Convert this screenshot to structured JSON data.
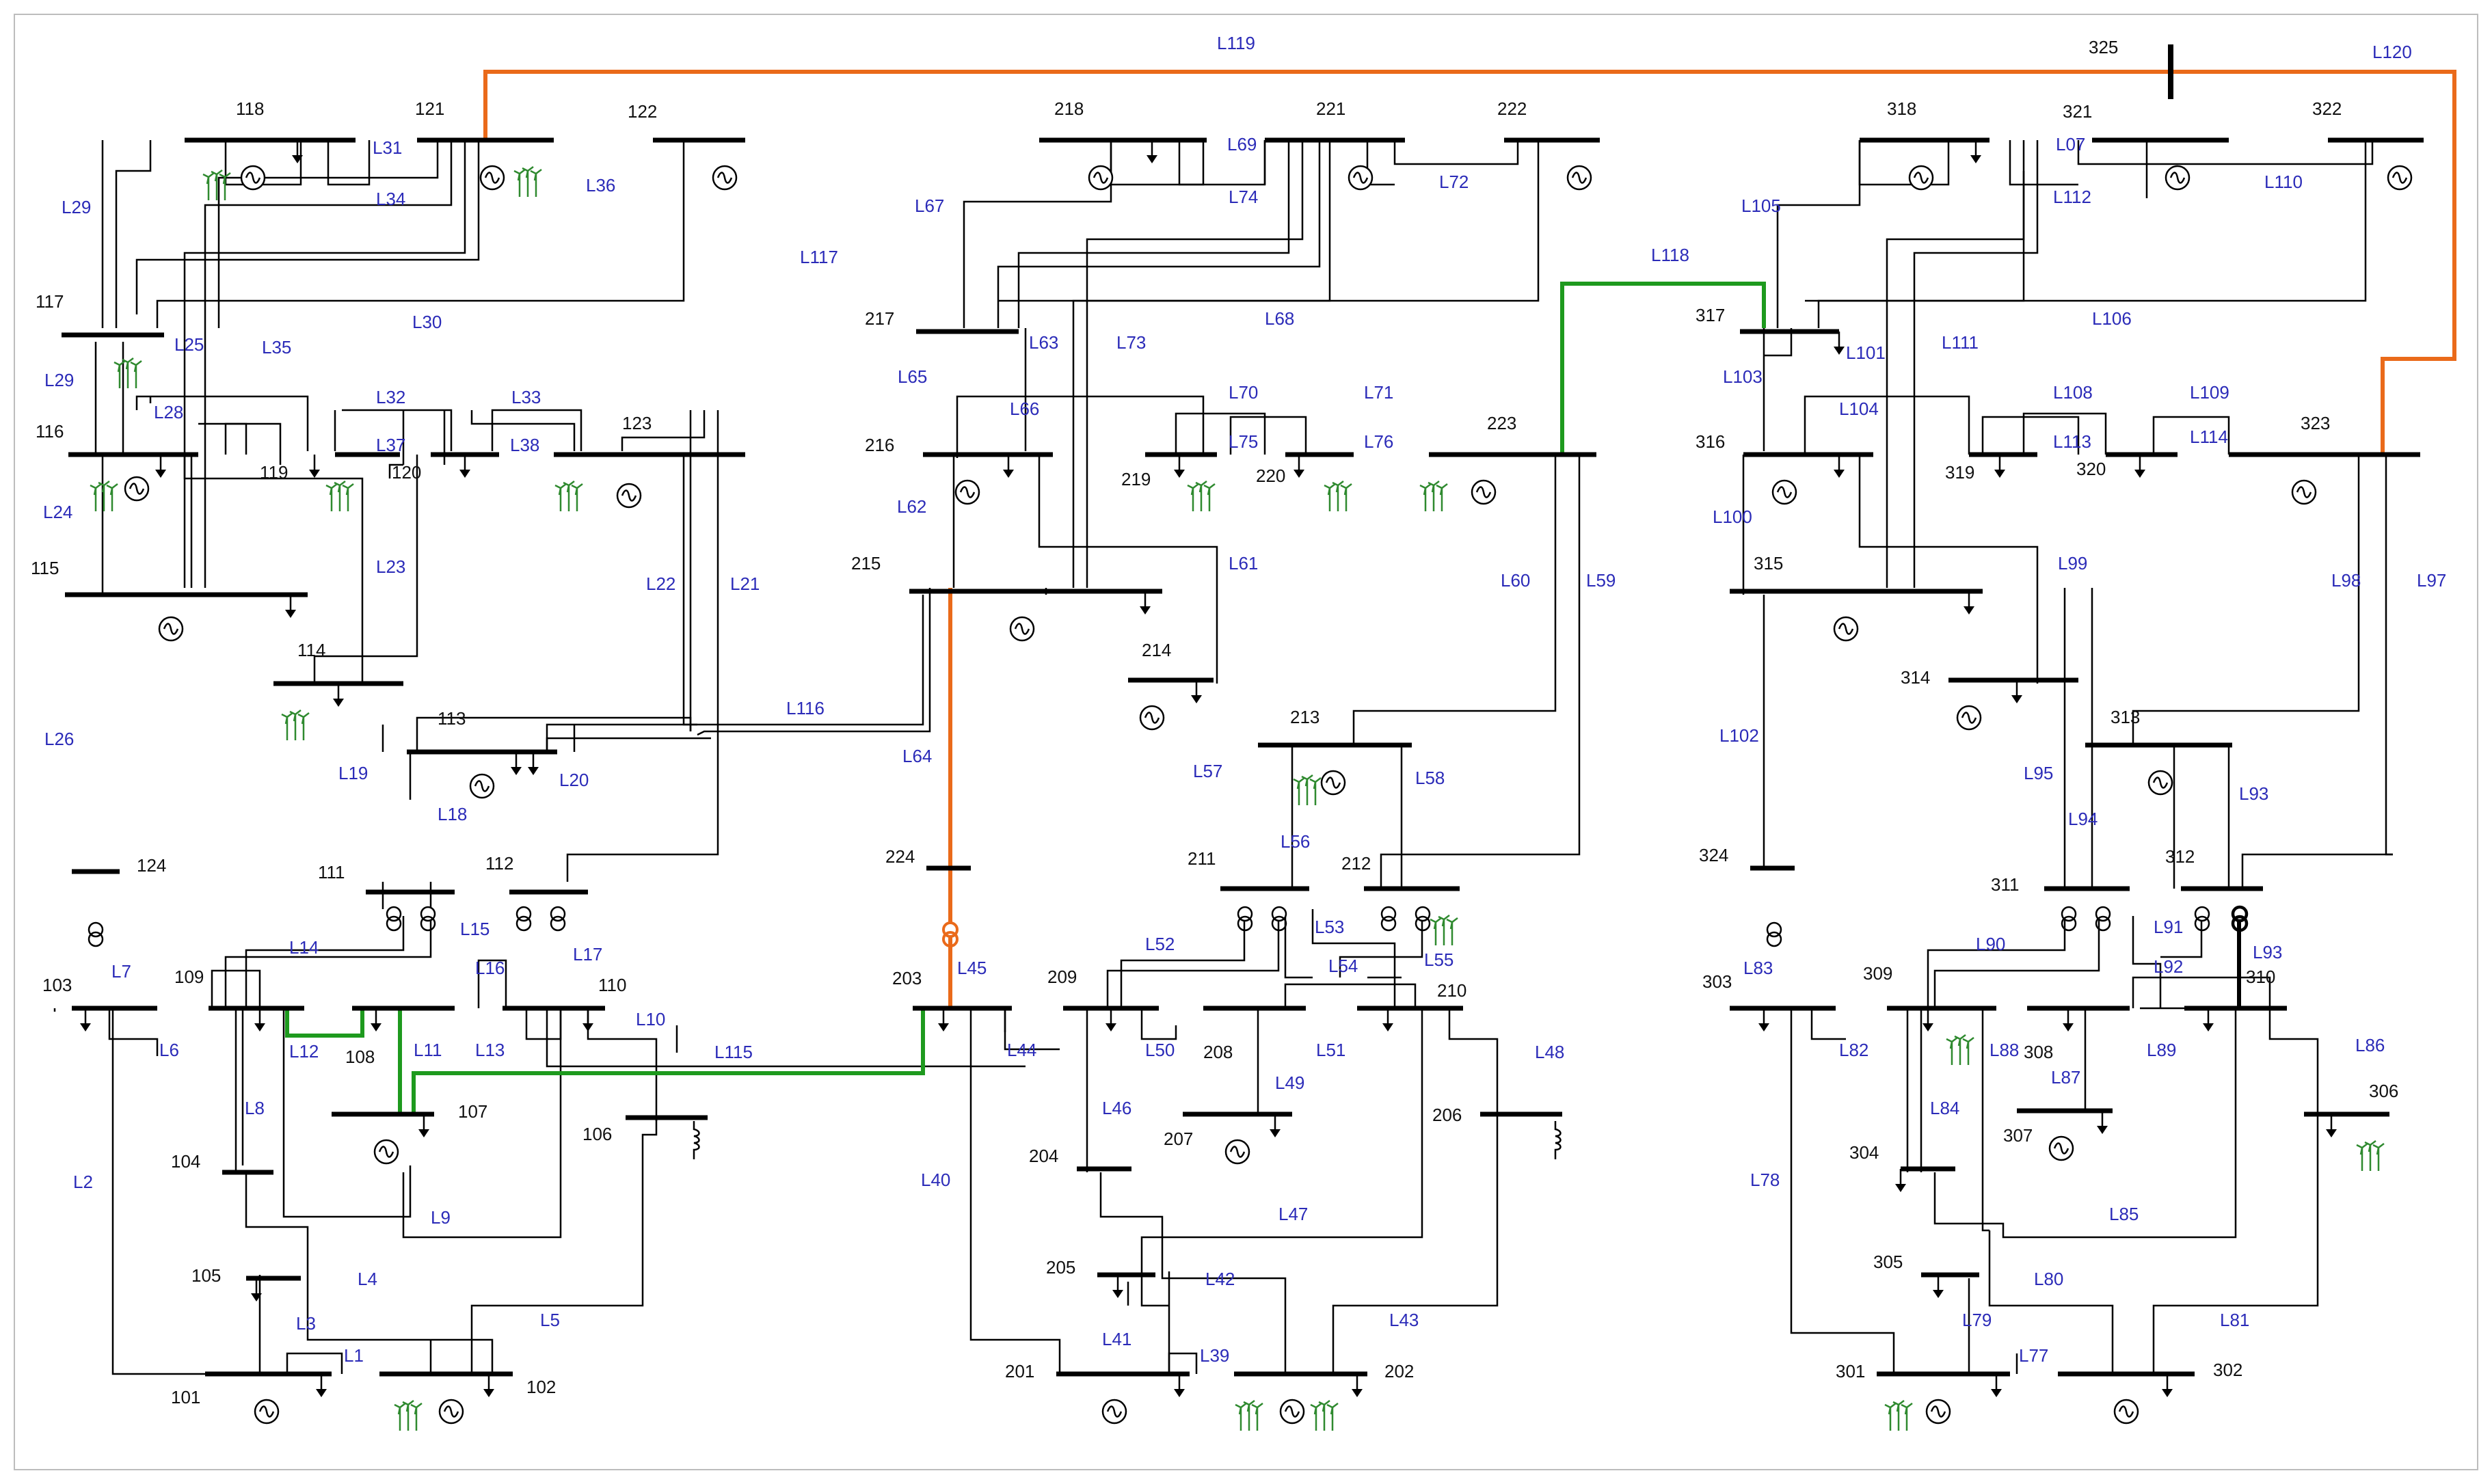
{
  "colors": {
    "bus": "#000000",
    "wire": "#000000",
    "line_label": "#2b2bb8",
    "highlight_orange": "#ea6a1a",
    "highlight_green": "#1e9a1e",
    "wind": "#2f8a2f"
  },
  "icons": {
    "generator": "generator-icon",
    "load": "load-arrow-icon",
    "wind": "wind-turbine-icon",
    "transformer": "transformer-icon",
    "reactor": "reactor-icon"
  },
  "buses": [
    {
      "id": "118",
      "label": "118"
    },
    {
      "id": "121",
      "label": "121"
    },
    {
      "id": "122",
      "label": "122"
    },
    {
      "id": "117",
      "label": "117"
    },
    {
      "id": "116",
      "label": "116"
    },
    {
      "id": "119",
      "label": "119"
    },
    {
      "id": "120",
      "label": "120"
    },
    {
      "id": "123",
      "label": "123"
    },
    {
      "id": "115",
      "label": "115"
    },
    {
      "id": "114",
      "label": "114"
    },
    {
      "id": "113",
      "label": "113"
    },
    {
      "id": "124",
      "label": "124"
    },
    {
      "id": "111",
      "label": "111"
    },
    {
      "id": "112",
      "label": "112"
    },
    {
      "id": "103",
      "label": "103"
    },
    {
      "id": "109",
      "label": "109"
    },
    {
      "id": "110",
      "label": "110"
    },
    {
      "id": "108",
      "label": "108"
    },
    {
      "id": "107",
      "label": "107"
    },
    {
      "id": "106",
      "label": "106"
    },
    {
      "id": "104",
      "label": "104"
    },
    {
      "id": "105",
      "label": "105"
    },
    {
      "id": "101",
      "label": "101"
    },
    {
      "id": "102",
      "label": "102"
    },
    {
      "id": "218",
      "label": "218"
    },
    {
      "id": "221",
      "label": "221"
    },
    {
      "id": "222",
      "label": "222"
    },
    {
      "id": "217",
      "label": "217"
    },
    {
      "id": "216",
      "label": "216"
    },
    {
      "id": "219",
      "label": "219"
    },
    {
      "id": "220",
      "label": "220"
    },
    {
      "id": "223",
      "label": "223"
    },
    {
      "id": "215",
      "label": "215"
    },
    {
      "id": "214",
      "label": "214"
    },
    {
      "id": "213",
      "label": "213"
    },
    {
      "id": "224",
      "label": "224"
    },
    {
      "id": "211",
      "label": "211"
    },
    {
      "id": "212",
      "label": "212"
    },
    {
      "id": "203",
      "label": "203"
    },
    {
      "id": "209",
      "label": "209"
    },
    {
      "id": "210",
      "label": "210"
    },
    {
      "id": "208",
      "label": "208"
    },
    {
      "id": "207",
      "label": "207"
    },
    {
      "id": "206",
      "label": "206"
    },
    {
      "id": "204",
      "label": "204"
    },
    {
      "id": "205",
      "label": "205"
    },
    {
      "id": "201",
      "label": "201"
    },
    {
      "id": "202",
      "label": "202"
    },
    {
      "id": "325",
      "label": "325"
    },
    {
      "id": "318",
      "label": "318"
    },
    {
      "id": "321",
      "label": "321"
    },
    {
      "id": "322",
      "label": "322"
    },
    {
      "id": "317",
      "label": "317"
    },
    {
      "id": "316",
      "label": "316"
    },
    {
      "id": "319",
      "label": "319"
    },
    {
      "id": "320",
      "label": "320"
    },
    {
      "id": "323",
      "label": "323"
    },
    {
      "id": "315",
      "label": "315"
    },
    {
      "id": "314",
      "label": "314"
    },
    {
      "id": "313",
      "label": "313"
    },
    {
      "id": "324",
      "label": "324"
    },
    {
      "id": "311",
      "label": "311"
    },
    {
      "id": "312",
      "label": "312"
    },
    {
      "id": "303",
      "label": "303"
    },
    {
      "id": "309",
      "label": "309"
    },
    {
      "id": "310",
      "label": "310"
    },
    {
      "id": "308",
      "label": "308"
    },
    {
      "id": "307",
      "label": "307"
    },
    {
      "id": "306",
      "label": "306"
    },
    {
      "id": "304",
      "label": "304"
    },
    {
      "id": "305",
      "label": "305"
    },
    {
      "id": "301",
      "label": "301"
    },
    {
      "id": "302",
      "label": "302"
    }
  ],
  "lines": [
    "L1",
    "L2",
    "L3",
    "L4",
    "L5",
    "L6",
    "L7",
    "L8",
    "L9",
    "L10",
    "L11",
    "L12",
    "L13",
    "L14",
    "L15",
    "L16",
    "L17",
    "L18",
    "L19",
    "L20",
    "L21",
    "L22",
    "L23",
    "L24",
    "L25",
    "L26",
    "L28",
    "L29",
    "L29",
    "L30",
    "L31",
    "L32",
    "L33",
    "L34",
    "L35",
    "L36",
    "L37",
    "L38",
    "L39",
    "L40",
    "L41",
    "L42",
    "L43",
    "L44",
    "L45",
    "L46",
    "L47",
    "L48",
    "L49",
    "L50",
    "L51",
    "L52",
    "L53",
    "L54",
    "L55",
    "L56",
    "L57",
    "L58",
    "L59",
    "L60",
    "L61",
    "L62",
    "L63",
    "L64",
    "L65",
    "L66",
    "L67",
    "L68",
    "L69",
    "L70",
    "L71",
    "L72",
    "L73",
    "L74",
    "L75",
    "L76",
    "L77",
    "L78",
    "L79",
    "L80",
    "L81",
    "L82",
    "L83",
    "L84",
    "L85",
    "L86",
    "L87",
    "L88",
    "L89",
    "L90",
    "L91",
    "L92",
    "L93",
    "L93",
    "L94",
    "L95",
    "L97",
    "L98",
    "L99",
    "L100",
    "L101",
    "L102",
    "L103",
    "L104",
    "L105",
    "L106",
    "L07",
    "L108",
    "L109",
    "L110",
    "L111",
    "L112",
    "L113",
    "L114",
    "L115",
    "L116",
    "L117",
    "L118",
    "L119",
    "L120"
  ]
}
